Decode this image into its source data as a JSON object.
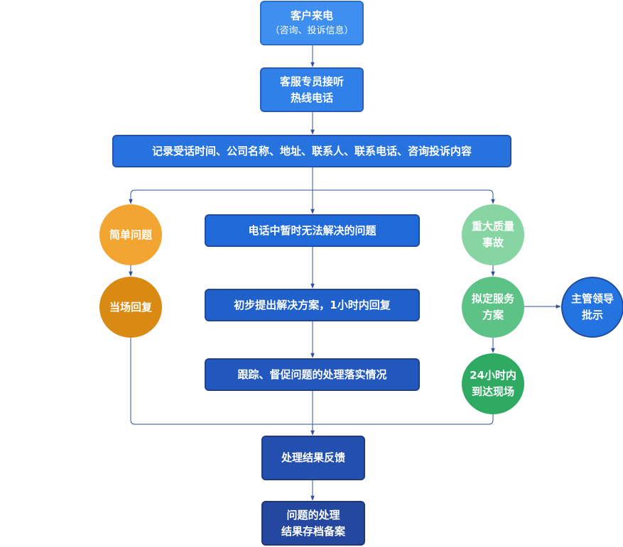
{
  "nodes": {
    "customer_call": {
      "line1": "客户来电",
      "line2": "（咨询、投诉信息）"
    },
    "agent_answer": {
      "line1": "客服专员接听",
      "line2": "热线电话"
    },
    "record_info": {
      "line1": "记录受话时间、公司名称、地址、联系人、联系电话、咨询投诉内容"
    },
    "unsolved_issue": {
      "line1": "电话中暂时无法解决的问题"
    },
    "initial_solution": {
      "line1": "初步提出解决方案，1小时内回复"
    },
    "track_supervise": {
      "line1": "跟踪、督促问题的处理落实情况"
    },
    "result_feedback": {
      "line1": "处理结果反馈"
    },
    "archive": {
      "line1": "问题的处理",
      "line2": "结果存档备案"
    },
    "simple_issue": {
      "line1": "简单问题"
    },
    "onsite_reply": {
      "line1": "当场回复"
    },
    "major_incident": {
      "line1": "重大质量",
      "line2": "事故"
    },
    "draft_plan": {
      "line1": "拟定服务",
      "line2": "方案"
    },
    "arrive_24h": {
      "line1": "24小时内",
      "line2": "到达现场"
    },
    "manager_approval": {
      "line1": "主管领导",
      "line2": "批示"
    }
  },
  "colors": {
    "connector": "#2f4f9e",
    "simple_branch": "#f2a531",
    "onsite_branch": "#d98a12",
    "major_branch": "#86d5a2",
    "plan_branch": "#5cc285",
    "arrive_branch": "#2faa62",
    "main_flow": "#2673e0"
  }
}
